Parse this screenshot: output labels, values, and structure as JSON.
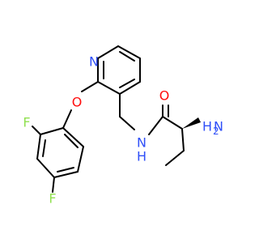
{
  "molecule": {
    "atoms": {
      "pyridine_n": "N",
      "ether_o": "O",
      "fluorine_top": "F",
      "fluorine_bottom": "F",
      "carbonyl_o": "O",
      "amide_nh_n": "N",
      "amide_nh_h": "H",
      "amine_n": "N",
      "amine_h": "H",
      "amine_h_count": "2"
    },
    "colors": {
      "nitrogen": "#3050F8",
      "oxygen": "#FF0D0D",
      "fluorine": "#90E050",
      "bond": "#000000"
    }
  }
}
